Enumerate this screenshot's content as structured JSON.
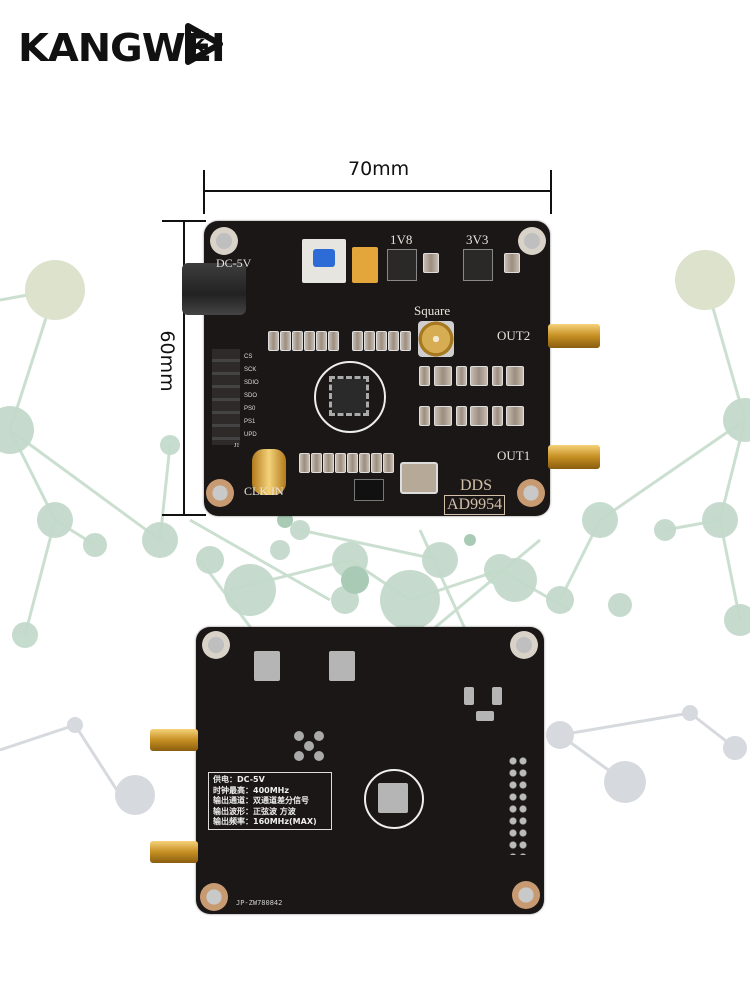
{
  "brand": {
    "name": "KANGWEI",
    "logo_mark": "K"
  },
  "dimensions": {
    "width_label": "70mm",
    "height_label": "60mm"
  },
  "front_board": {
    "power_label": "DC-5V",
    "regulator_1": "1V8",
    "regulator_2": "3V3",
    "square_output": "Square",
    "output_2": "OUT2",
    "output_1": "OUT1",
    "clock_input": "CLK IN",
    "product_line": "DDS",
    "chip_model": "AD9954",
    "header_label": "J1",
    "header_pins": [
      "CS",
      "SCK",
      "SDIO",
      "SDO",
      "PS0",
      "PS1",
      "UPD"
    ]
  },
  "back_board": {
    "spec_lines": [
      "供电：DC-5V",
      "时钟最高：400MHz",
      "输出通道：双通道差分信号",
      "输出波形：正弦波 方波",
      "输出频率：160MHz(MAX)"
    ],
    "serial": "JP-ZW780842"
  },
  "colors": {
    "pcb": "#1c1717",
    "silkscreen": "#e8e4dc",
    "gold": "#d4a23c",
    "network_green": "#b9d3c2",
    "network_olive": "#dde2cc",
    "network_grey": "#d3d6da"
  }
}
